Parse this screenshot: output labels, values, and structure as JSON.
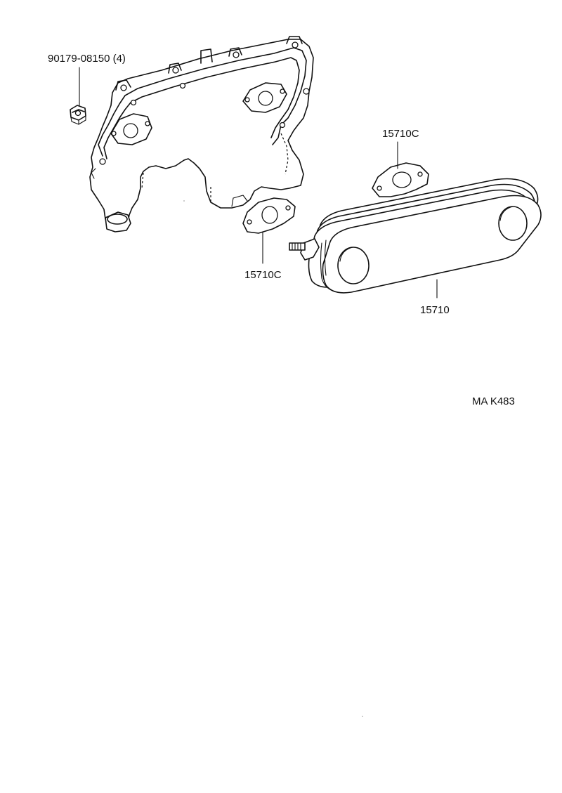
{
  "parts": {
    "nut": {
      "label": "90179-08150 (4)"
    },
    "gasket_upper": {
      "label": "15710C"
    },
    "gasket_lower": {
      "label": "15710C"
    },
    "cooler": {
      "label": "15710"
    }
  },
  "figure_code": "MA K483"
}
